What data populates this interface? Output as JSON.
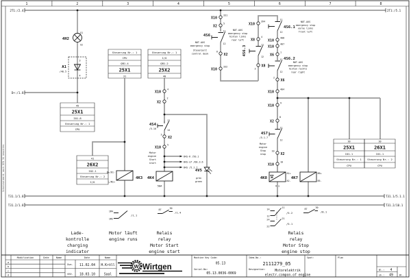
{
  "frame": {
    "columns": [
      "1",
      "2",
      "3",
      "4",
      "5",
      "6",
      "7",
      "8"
    ],
    "side_note": "Schutzvermerk nach DIN 34 beachten",
    "labels": {
      "bus_left": "2T1:/2.4",
      "bus_right": "2T1:/5.1",
      "dplus": "D+:/1.8",
      "t311_left": "T31.1/1.8",
      "t312_left": "T31.2/1.8",
      "t311_right": "T31.1/5.1.1",
      "t312_right": "T31.2/10.1"
    }
  },
  "lamp": {
    "ref": "4H2",
    "t1": "X1",
    "t2": "X2"
  },
  "diode_module": {
    "ref": "A1",
    "sheet": "/40.5",
    "p1": "3",
    "p2": "4"
  },
  "tables": {
    "c2": {
      "rows": [
        "45",
        "25X1",
        "I01.8",
        "Steuerung Nr.: 1",
        "CPU"
      ]
    },
    "c3": {
      "rows": [
        "Steuerung Nr.: 1",
        "CPU",
        "QB1.4",
        "25X1",
        "31"
      ]
    },
    "c4": {
      "rows": [
        "Steuerung Nr.: 1",
        "I/O",
        "QB1.2",
        "25X2",
        "40"
      ]
    },
    "x26": {
      "rows": [
        "41",
        "26X2",
        "I02.1",
        "Steuerung Nr.: 2",
        "I/O"
      ]
    },
    "r1": {
      "rows": [
        "30",
        "25X1",
        "I01.1",
        "Steuerung Nr.: 1",
        "CPU"
      ]
    },
    "r2": {
      "rows": [
        "30",
        "26X1",
        "I01.1",
        "Steuerung Nr.: 2",
        "CPU"
      ]
    }
  },
  "estop_desk": {
    "ref": "4S6",
    "c1": "11",
    "c2": "12",
    "x10t": "X10",
    "x10t_n": "331",
    "x2t": "X2",
    "x2t_n": "5",
    "x2b": "X2",
    "x2b_n": "6",
    "x10b": "X10",
    "x10b_n": "332",
    "note": [
      "NOT-AUS",
      "emergency stop",
      "Steuerpult",
      "control desk"
    ]
  },
  "estop_rear_left": {
    "ref": "4S6.3",
    "c1": "11",
    "c2": "12",
    "x10": "X10",
    "x10_n": "394",
    "x8t": "X8",
    "x8t_n": "4",
    "x8b": "X8",
    "x8b_n": "3",
    "note": [
      "NOT-AUS",
      "emergency stop",
      "hinten links",
      "rear left"
    ]
  },
  "estop_front_left": {
    "ref": "4S6.1",
    "c1": "11",
    "c2": "12",
    "x10a": "X10",
    "x10a_n": "408",
    "x10b": "X10",
    "x10b_n": "407",
    "note": [
      "NOT-AUS",
      "emergency stop",
      "vorne links",
      "front left"
    ]
  },
  "estop_rear_right": {
    "ref": "4S6.2",
    "c1": "11",
    "c2": "12",
    "x6t": "X6",
    "x6t_n": "1",
    "x6b": "X6",
    "x6b_n": "2",
    "x10": "X10",
    "x10_n": "404",
    "note": [
      "NOT-AUS",
      "emergency stop",
      "hinten rechts",
      "rear right"
    ]
  },
  "start_chain": {
    "x10t": "X10",
    "x10t_n": "4",
    "x2t": "X2",
    "x2t_n": "2",
    "sw": "4S4",
    "sw_sheet": "/5.16",
    "c1": "13",
    "c2": "14",
    "x2b": "X2",
    "x2b_n": "3",
    "x10b": "X10",
    "x10b_n": "5",
    "note": [
      "Motor",
      "engine",
      "Start",
      "start"
    ],
    "taps": [
      "B4S-K /50.1",
      "B4S-LP /D0.3.6",
      "B4S /5.1.7"
    ]
  },
  "stop_chain": {
    "x10t": "X10",
    "x10t_n": "9",
    "x2t": "X2",
    "x2t_n": "8",
    "sw": "4S7",
    "sw_sheet": "/5.1.7",
    "c1": "11",
    "c2": "12",
    "x2b": "X2",
    "x2b_n": "10",
    "x10b": "X10",
    "x10b_n": "10",
    "note": [
      "Motor",
      "engine",
      "Stop",
      "stop"
    ]
  },
  "led": {
    "ref": "4V5",
    "color1": "grün",
    "color2": "green"
  },
  "relays": {
    "k3": {
      "ref": "4K3",
      "tt": "D+/61-",
      "tb": "L/N1+"
    },
    "k4": {
      "ref": "4K4",
      "sub": "50A"
    },
    "k8": {
      "ref": "4K8",
      "tt": "A1+",
      "tb": "A2-",
      "sub": "4 s"
    },
    "k7": {
      "ref": "4K7",
      "tt": "86+",
      "tb": "85-"
    }
  },
  "aux_contacts": {
    "runs": {
      "t1": "1M4",
      "t2": "1M2",
      "ref": "/1.1"
    },
    "start": {
      "t1": "87",
      "t2": "30",
      "ref": "/1.4"
    },
    "stop1": {
      "t1": "14",
      "t2": "12",
      "t3": "11",
      "ref": "/5.2"
    },
    "stop2": {
      "t1": "24",
      "t2": "22",
      "t3": "21",
      "ref": "/5.1"
    },
    "k7c": {
      "t1": "87",
      "t2": "30",
      "ref": "/8.1"
    }
  },
  "captions": {
    "charge": [
      "Lade-",
      "kontrolle",
      "charging",
      "indicator"
    ],
    "runs": [
      "Motor läuft",
      "engine runs"
    ],
    "start": [
      "Relais",
      "relay",
      "Motor Start",
      "engine start"
    ],
    "stop": [
      "Relais",
      "relay",
      "Motor Stop",
      "engine stop"
    ]
  },
  "titleblock": {
    "rows": [
      "a",
      "b",
      "c",
      "d"
    ],
    "h_mod": "Modification",
    "h_date": "Date",
    "h_name": "Name",
    "drawn_label": "Dwn.",
    "drawn_date": "11.02.04",
    "drawn_name": "H.Kröll",
    "checked_label": "gep.",
    "checked_date": "18.03.10",
    "checked_name": "Saal",
    "brand": "Wirtgen",
    "brand_initial": "W",
    "machine_key_label": "Machine Key Code:",
    "machine_key": "05.13",
    "serial_label": "Serial-No:",
    "serial": "05.13.0036-0069",
    "idem_label": "Idem-No.:",
    "idem": "2111279_05",
    "desig_label": "Designation:",
    "desig1": "Motorelektrik",
    "desig2": "electr.compon.of engine",
    "spot_label": "Spot:",
    "plan_label": "Plan",
    "bl_label": "Bl.:",
    "bl": "4",
    "sh_label": "sh.:",
    "sh": "49",
    "bl2": "Bl."
  }
}
